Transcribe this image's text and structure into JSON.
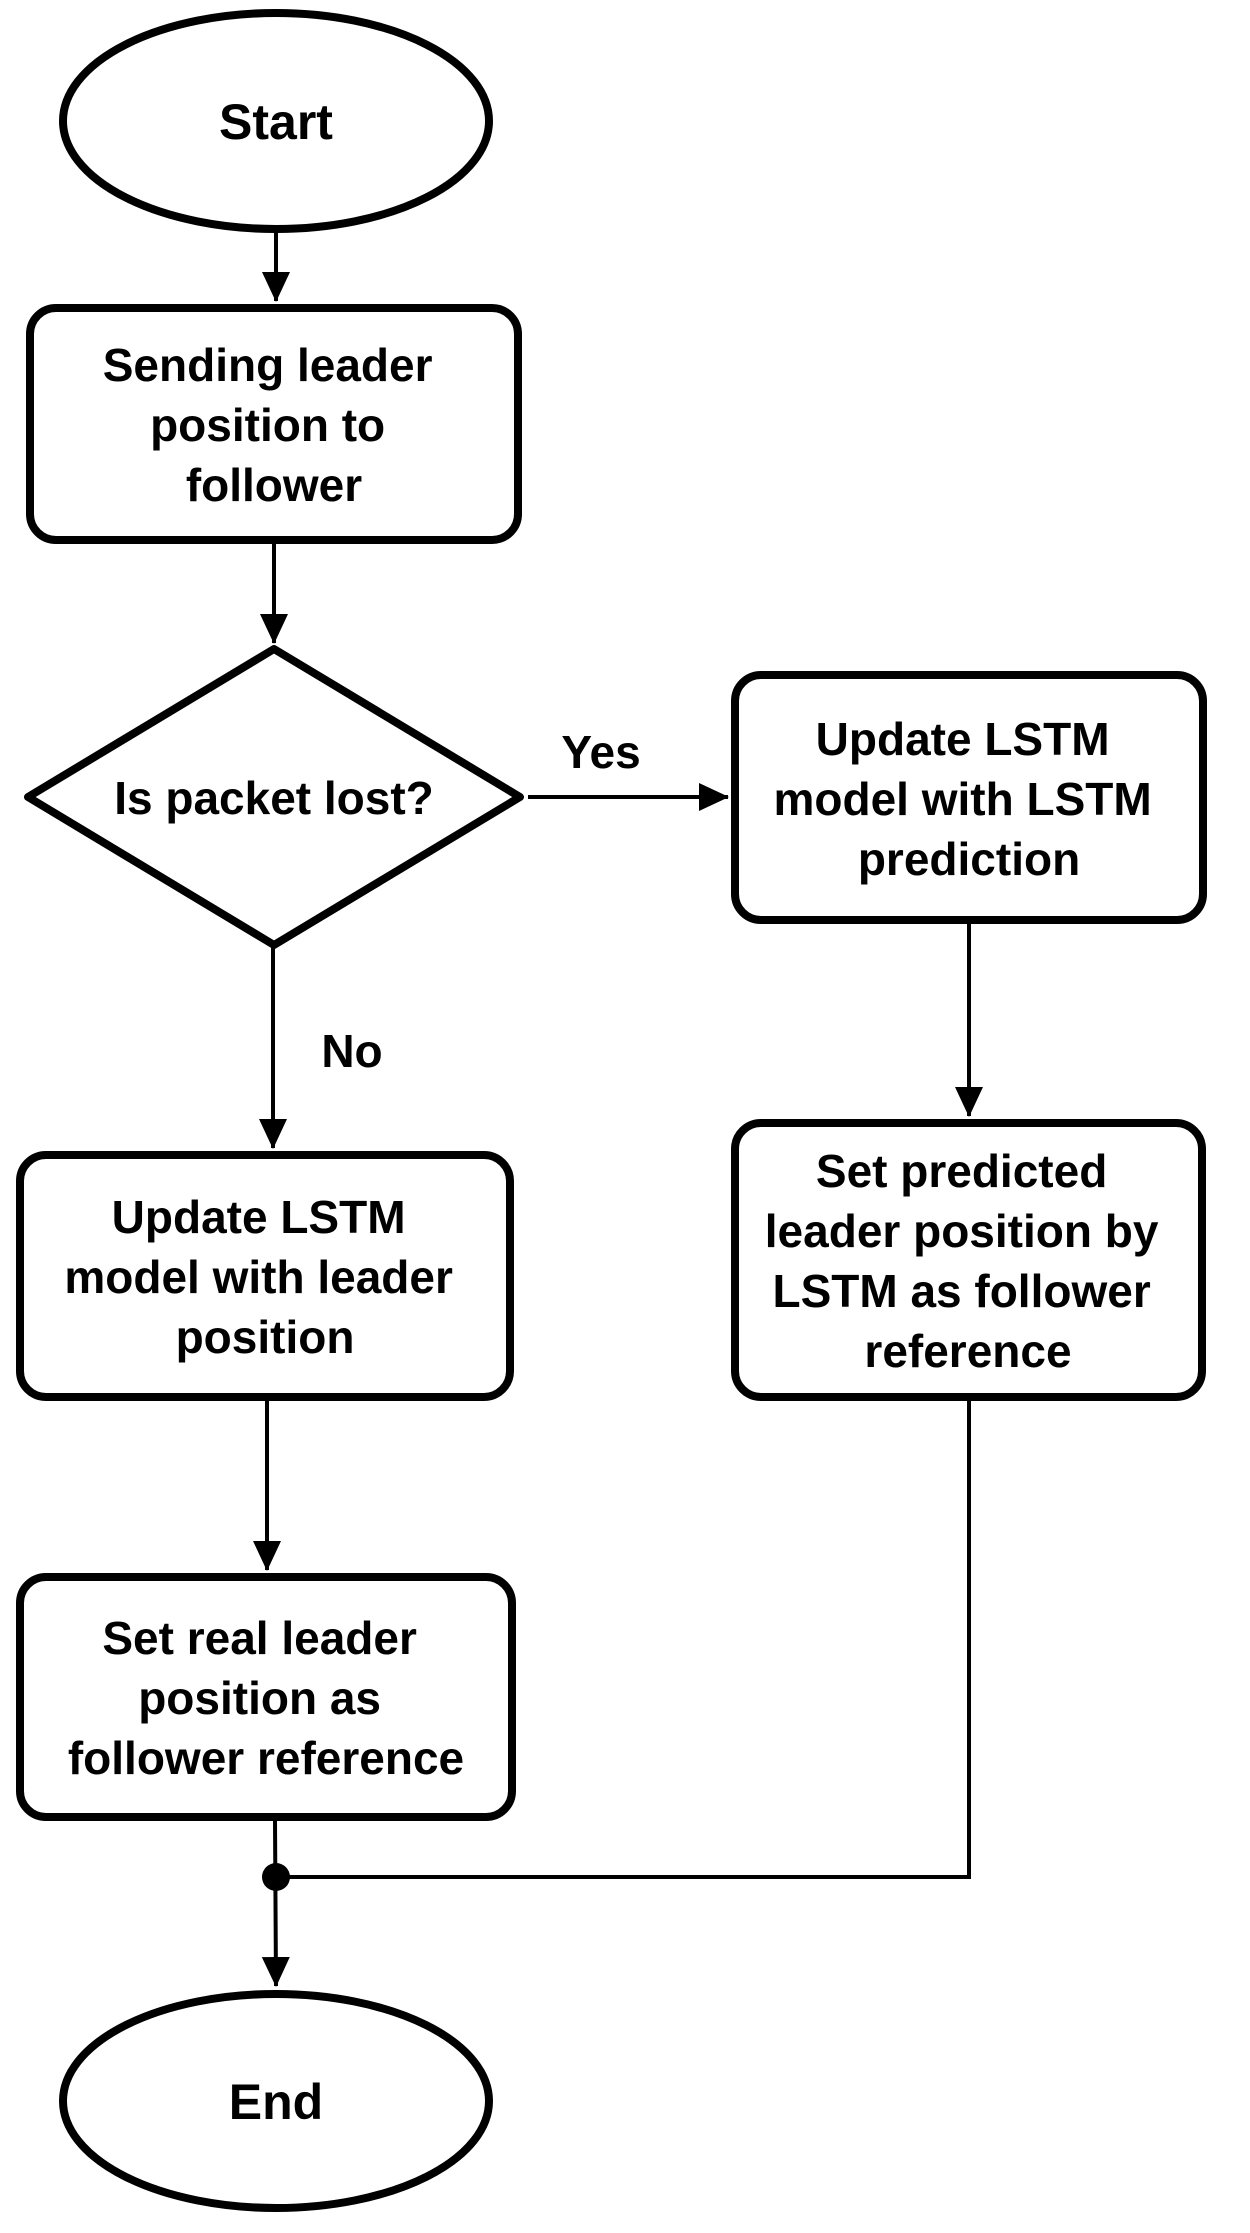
{
  "diagram": {
    "background_color": "#ffffff",
    "stroke_color": "#000000",
    "fill_color": "#ffffff",
    "nodes": {
      "start": {
        "type": "terminal",
        "label": "Start"
      },
      "send_position": {
        "type": "process",
        "lines": [
          "Sending leader",
          "position to",
          "follower"
        ]
      },
      "packet_lost": {
        "type": "decision",
        "label": "Is packet lost?"
      },
      "update_lstm_prediction": {
        "type": "process",
        "lines": [
          "Update LSTM",
          "model with LSTM",
          "prediction"
        ]
      },
      "set_predicted_position": {
        "type": "process",
        "lines": [
          "Set predicted",
          "leader position by",
          "LSTM as follower",
          "reference"
        ]
      },
      "update_leader_position": {
        "type": "process",
        "lines": [
          "Update LSTM",
          "model with leader",
          "position"
        ]
      },
      "set_real_position": {
        "type": "process",
        "lines": [
          "Set real leader",
          "position as",
          "follower reference"
        ]
      },
      "end": {
        "type": "terminal",
        "label": "End"
      }
    },
    "edge_labels": {
      "yes": "Yes",
      "no": "No"
    }
  }
}
